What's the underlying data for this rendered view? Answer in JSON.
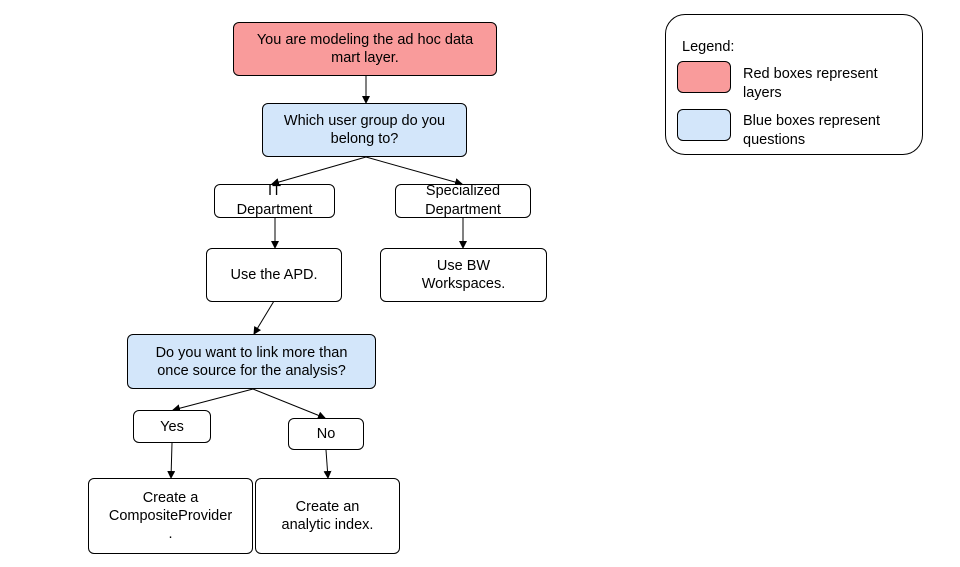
{
  "colors": {
    "layer": "#f99b9b",
    "question": "#d3e6fa",
    "line": "#000000"
  },
  "nodes": {
    "start": "You are modeling the ad hoc data\nmart layer.",
    "q_user_group": "Which user group do you\nbelong to?",
    "it_dept": "IT\nDepartment",
    "spec_dept": "Specialized\nDepartment",
    "use_apd": "Use the APD.",
    "use_bw": "Use BW\nWorkspaces.",
    "q_link": "Do you want to link more than\nonce source for the analysis?",
    "yes": "Yes",
    "no": "No",
    "composite": "Create a\nCompositeProvider\n.",
    "analytic": "Create an\nanalytic index."
  },
  "legend": {
    "title": "Legend:",
    "red": "Red boxes represent\nlayers",
    "blue": "Blue boxes represent\nquestions"
  }
}
